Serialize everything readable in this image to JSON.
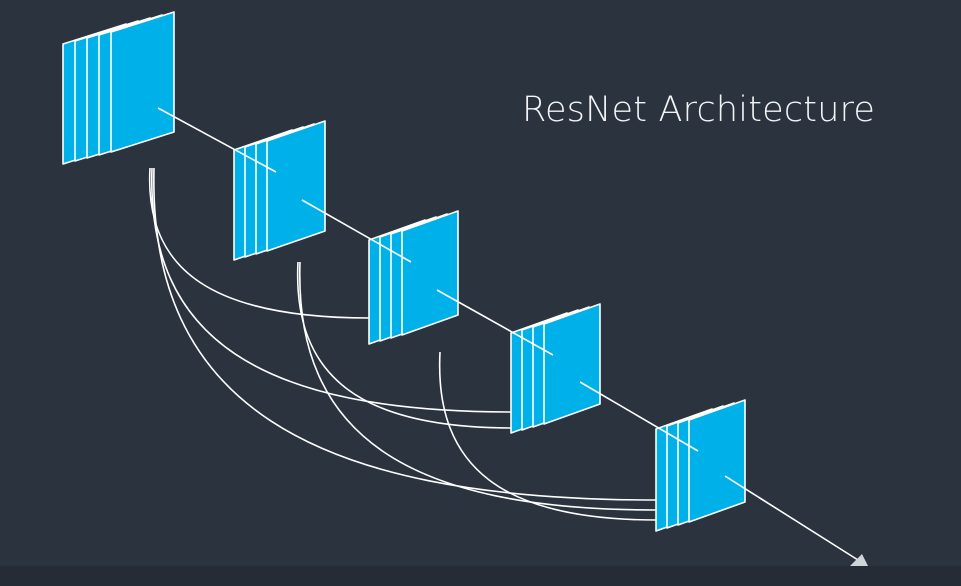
{
  "title": "ResNet Architecture",
  "colors": {
    "background": "#2a333e",
    "layer_fill": "#00b0e8",
    "layer_stroke": "#ffffff",
    "connection": "#ffffff",
    "arrow_head": "#cfd4d9"
  },
  "diagram": {
    "type": "resnet-block-stack",
    "blocks": [
      {
        "id": "block-1",
        "layers": 5
      },
      {
        "id": "block-2",
        "layers": 4
      },
      {
        "id": "block-3",
        "layers": 4
      },
      {
        "id": "block-4",
        "layers": 4
      },
      {
        "id": "block-5",
        "layers": 4
      }
    ],
    "sequential_connections": [
      {
        "from": "block-1",
        "to": "block-2"
      },
      {
        "from": "block-2",
        "to": "block-3"
      },
      {
        "from": "block-3",
        "to": "block-4"
      },
      {
        "from": "block-4",
        "to": "block-5"
      }
    ],
    "skip_connections": [
      {
        "from": "block-1",
        "to": "block-3"
      },
      {
        "from": "block-1",
        "to": "block-4"
      },
      {
        "from": "block-1",
        "to": "block-5"
      },
      {
        "from": "block-2",
        "to": "block-4"
      },
      {
        "from": "block-2",
        "to": "block-5"
      },
      {
        "from": "block-3",
        "to": "block-5"
      }
    ],
    "output": {
      "from": "block-5",
      "arrow": true
    }
  }
}
